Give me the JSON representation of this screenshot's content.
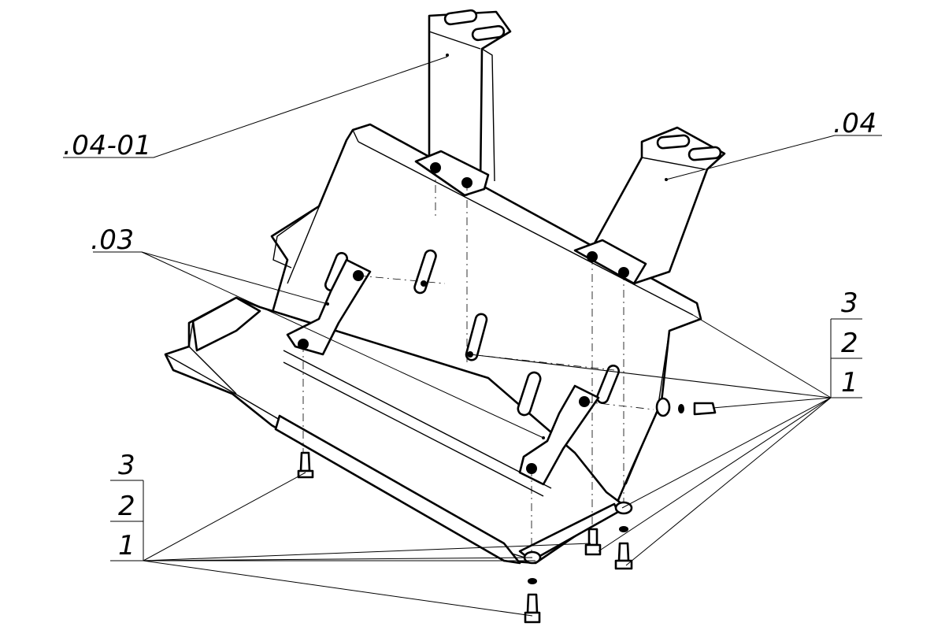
{
  "callouts": {
    "bracket_04_01": ".04-01",
    "bracket_04": ".04",
    "bracket_03": ".03"
  },
  "fastener_stack_right": [
    "3",
    "2",
    "1"
  ],
  "fastener_stack_left": [
    "3",
    "2",
    "1"
  ]
}
